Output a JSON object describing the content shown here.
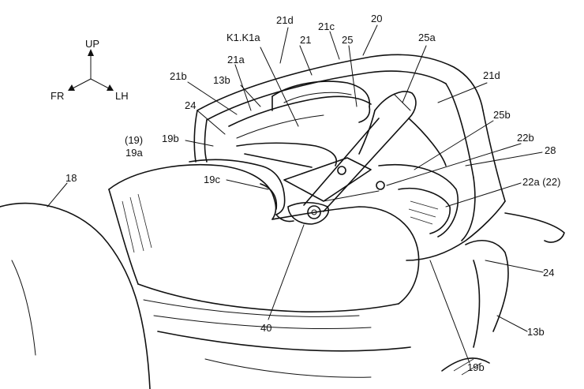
{
  "axes": {
    "up": "UP",
    "front": "FR",
    "left": "LH"
  },
  "labels": {
    "n20": "20",
    "n21": "21",
    "n21a": "21a",
    "n21b": "21b",
    "n21c": "21c",
    "n21d_top": "21d",
    "n21d_right": "21d",
    "k1": "K1.K1a",
    "n25": "25",
    "n25a": "25a",
    "n25b": "25b",
    "n13b_top": "13b",
    "n13b_bottom": "13b",
    "n24_left": "24",
    "n24_right": "24",
    "n19": "(19)",
    "n19a": "19a",
    "n19b_left": "19b",
    "n19b_bottom": "19b",
    "n19c": "19c",
    "n18": "18",
    "n22b": "22b",
    "n28": "28",
    "n22a": "22a (22)",
    "n40": "40"
  }
}
